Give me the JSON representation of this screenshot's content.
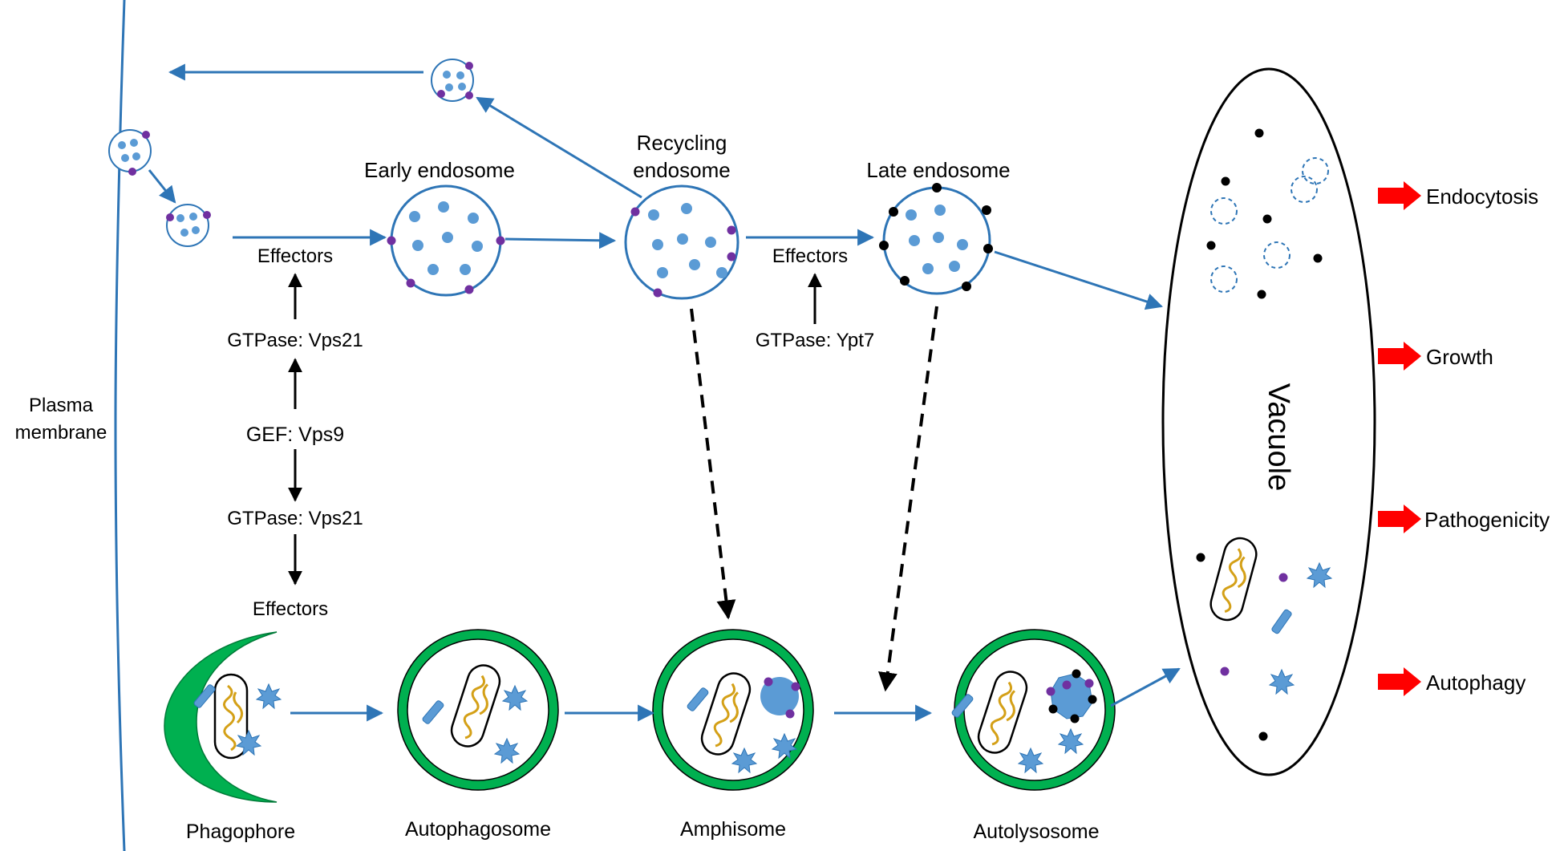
{
  "labels": {
    "plasma_membrane_line1": "Plasma",
    "plasma_membrane_line2": "membrane",
    "early_endosome": "Early endosome",
    "recycling_endosome_line1": "Recycling",
    "recycling_endosome_line2": "endosome",
    "late_endosome": "Late endosome",
    "vacuole": "Vacuole",
    "phagophore": "Phagophore",
    "autophagosome": "Autophagosome",
    "amphisome": "Amphisome",
    "autolysosome": "Autolysosome"
  },
  "regulators": {
    "effectors_left_top": "Effectors",
    "gtpase_vps21_top": "GTPase: Vps21",
    "gef_vps9": "GEF: Vps9",
    "gtpase_vps21_bottom": "GTPase: Vps21",
    "effectors_left_bottom": "Effectors",
    "effectors_late": "Effectors",
    "gtpase_ypt7": "GTPase: Ypt7"
  },
  "outcomes": [
    "Endocytosis",
    "Growth",
    "Pathogenicity",
    "Autophagy"
  ],
  "colors": {
    "membrane_blue": "#2e75b6",
    "vesicle_blue": "#5b9bd5",
    "marker_purple": "#7030a0",
    "marker_black": "#000000",
    "autophagy_green": "#00b050",
    "cargo_gold": "#d4a017",
    "outcome_red": "#ff0000"
  }
}
